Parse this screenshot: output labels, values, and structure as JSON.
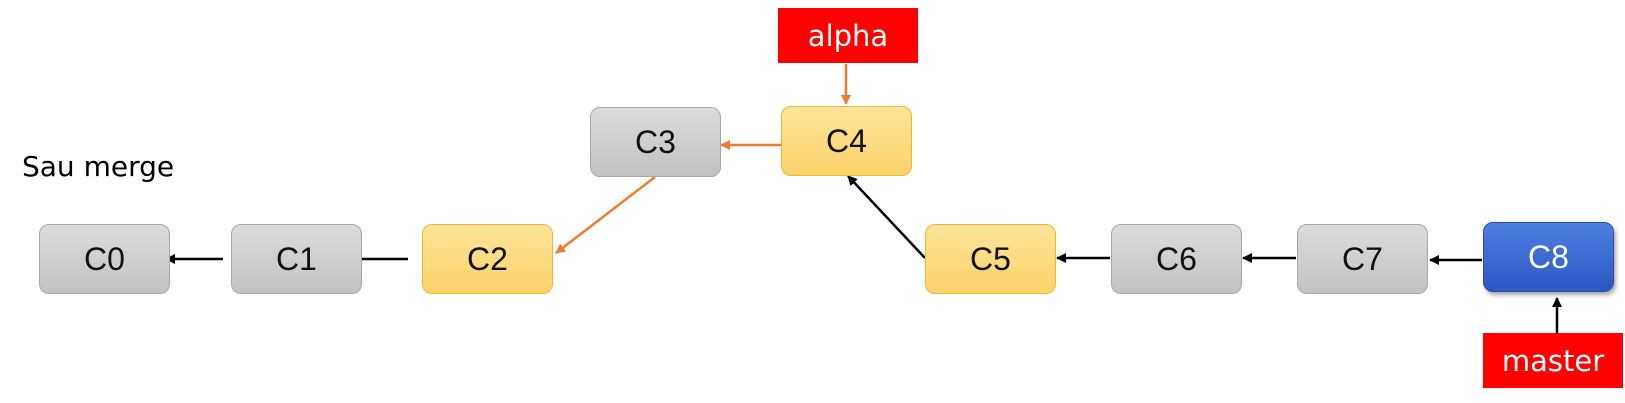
{
  "title": "Sau merge",
  "nodes": {
    "c0": "C0",
    "c1": "C1",
    "c2": "C2",
    "c3": "C3",
    "c4": "C4",
    "c5": "C5",
    "c6": "C6",
    "c7": "C7",
    "c8": "C8"
  },
  "branches": {
    "alpha": "alpha",
    "master": "master"
  },
  "colors": {
    "commit": "#c8c8c8",
    "highlight": "#fcd26a",
    "head": "#3563cc",
    "branch_label": "#ff0000",
    "orange_arrow": "#ed7d31",
    "black_arrow": "#000000"
  }
}
